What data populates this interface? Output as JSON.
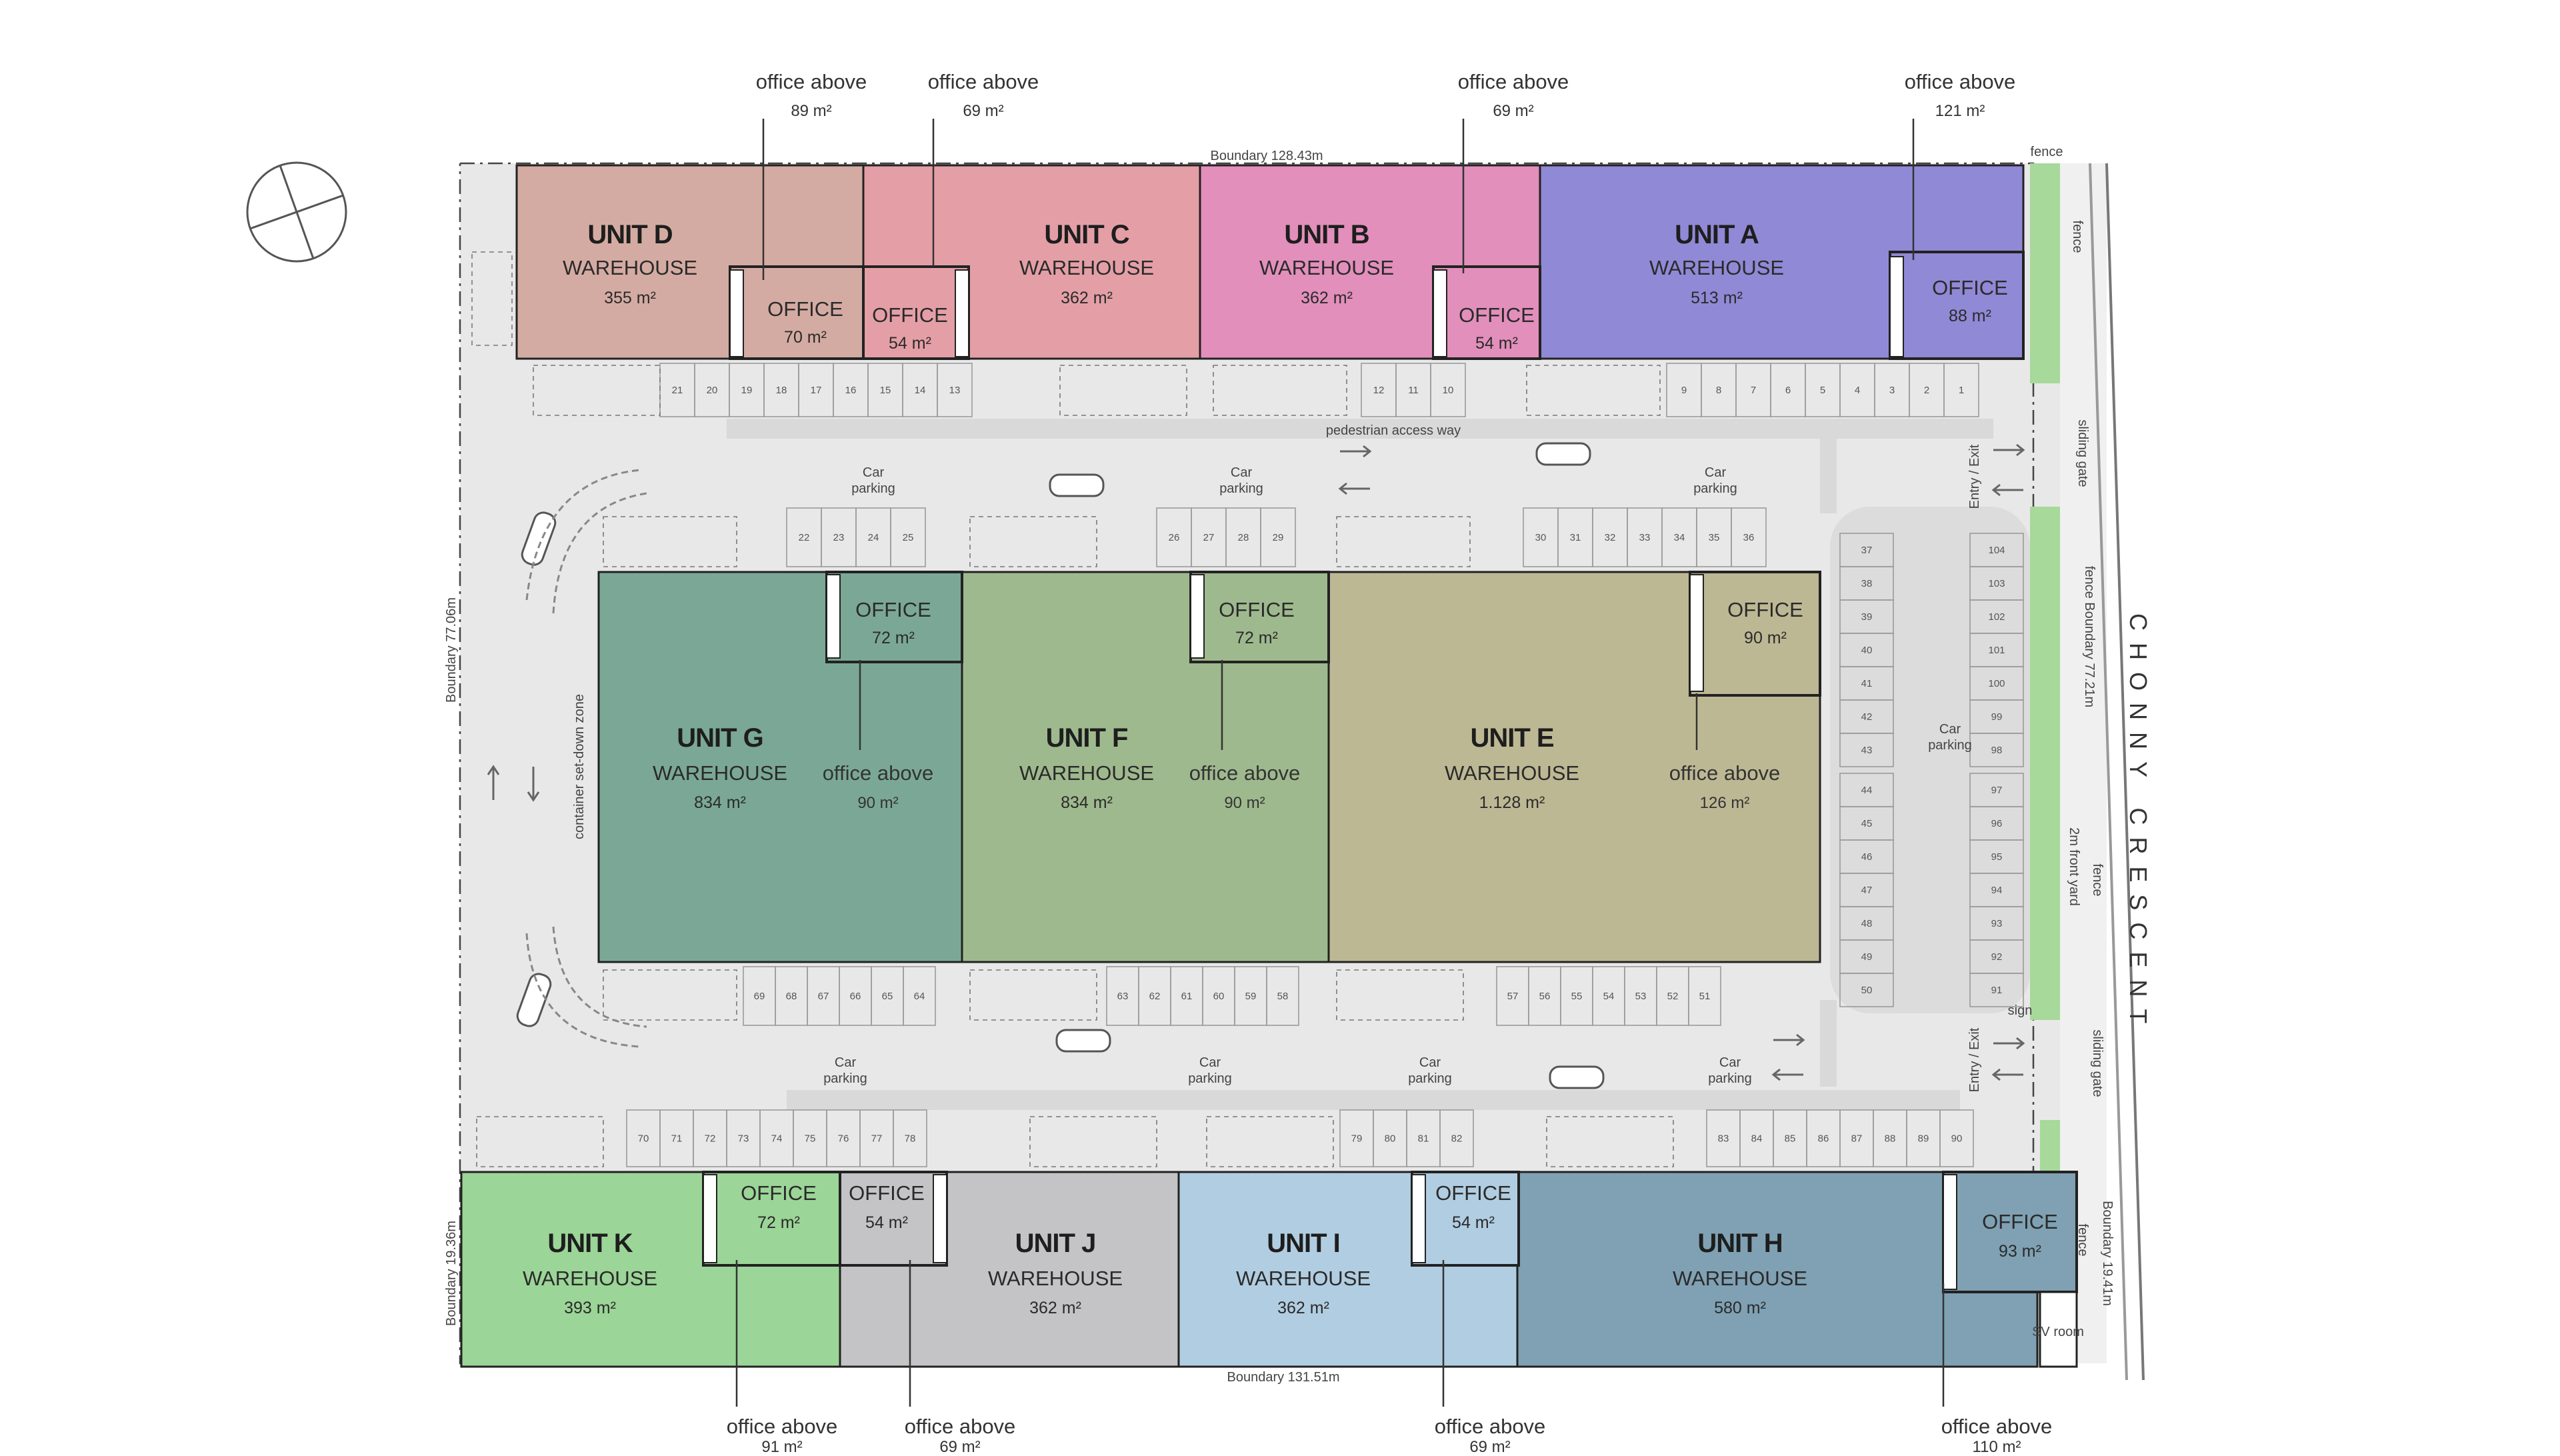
{
  "units": [
    {
      "id": "D",
      "name": "UNIT D",
      "label": "WAREHOUSE",
      "area": "355 m²",
      "color": "#d4aba2"
    },
    {
      "id": "C",
      "name": "UNIT C",
      "label": "WAREHOUSE",
      "area": "362 m²",
      "color": "#e49fa6"
    },
    {
      "id": "B",
      "name": "UNIT B",
      "label": "WAREHOUSE",
      "area": "362 m²",
      "color": "#e28fbb"
    },
    {
      "id": "A",
      "name": "UNIT A",
      "label": "WAREHOUSE",
      "area": "513 m²",
      "color": "#9089d6"
    },
    {
      "id": "G",
      "name": "UNIT G",
      "label": "WAREHOUSE",
      "area": "834 m²",
      "color": "#7ba896"
    },
    {
      "id": "F",
      "name": "UNIT F",
      "label": "WAREHOUSE",
      "area": "834 m²",
      "color": "#9fb98e"
    },
    {
      "id": "E",
      "name": "UNIT E",
      "label": "WAREHOUSE",
      "area": "1.128 m²",
      "color": "#bdb894"
    },
    {
      "id": "K",
      "name": "UNIT K",
      "label": "WAREHOUSE",
      "area": "393 m²",
      "color": "#9bd597"
    },
    {
      "id": "J",
      "name": "UNIT J",
      "label": "WAREHOUSE",
      "area": "362 m²",
      "color": "#c4c3c6"
    },
    {
      "id": "I",
      "name": "UNIT I",
      "label": "WAREHOUSE",
      "area": "362 m²",
      "color": "#b1cde1"
    },
    {
      "id": "H",
      "name": "UNIT H",
      "label": "WAREHOUSE",
      "area": "580 m²",
      "color": "#7fa1b3"
    }
  ],
  "offices": [
    {
      "unit": "D",
      "label": "OFFICE",
      "area": "70 m²"
    },
    {
      "unit": "C",
      "label": "OFFICE",
      "area": "54 m²"
    },
    {
      "unit": "B",
      "label": "OFFICE",
      "area": "54 m²"
    },
    {
      "unit": "A",
      "label": "OFFICE",
      "area": "88 m²"
    },
    {
      "unit": "G",
      "label": "OFFICE",
      "area": "72 m²"
    },
    {
      "unit": "F",
      "label": "OFFICE",
      "area": "72 m²"
    },
    {
      "unit": "E",
      "label": "OFFICE",
      "area": "90 m²"
    },
    {
      "unit": "K",
      "label": "OFFICE",
      "area": "72 m²"
    },
    {
      "unit": "J",
      "label": "OFFICE",
      "area": "54 m²"
    },
    {
      "unit": "I",
      "label": "OFFICE",
      "area": "54 m²"
    },
    {
      "unit": "H",
      "label": "OFFICE",
      "area": "93 m²"
    }
  ],
  "office_above": [
    {
      "unit": "D",
      "label": "office above",
      "area": "89 m²"
    },
    {
      "unit": "C",
      "label": "office above",
      "area": "69 m²"
    },
    {
      "unit": "B",
      "label": "office above",
      "area": "69 m²"
    },
    {
      "unit": "A",
      "label": "office above",
      "area": "121 m²"
    },
    {
      "unit": "G",
      "label": "office above",
      "area": "90 m²"
    },
    {
      "unit": "F",
      "label": "office above",
      "area": "90 m²"
    },
    {
      "unit": "E",
      "label": "office above",
      "area": "126 m²"
    },
    {
      "unit": "K",
      "label": "office above",
      "area": "91 m²"
    },
    {
      "unit": "J",
      "label": "office above",
      "area": "69 m²"
    },
    {
      "unit": "I",
      "label": "office above",
      "area": "69 m²"
    },
    {
      "unit": "H",
      "label": "office above",
      "area": "110 m²"
    }
  ],
  "boundaries": {
    "north": "Boundary 128.43m",
    "south": "Boundary 131.51m",
    "west": "Boundary 77.06m",
    "southwest": "Boundary 19.36m",
    "east": "fence  Boundary 77.21m",
    "southeast": "Boundary 19.41m"
  },
  "site_labels": {
    "car_parking": "Car parking",
    "pedestrian": "pedestrian access way",
    "container_zone": "container set-down zone",
    "entry_exit": "Entry / Exit",
    "sliding_gate": "sliding gate",
    "fence": "fence",
    "front_yard": "2m front yard",
    "sign": "sign",
    "sv_room": "SV room",
    "street": "CHONNY CRESCENT"
  },
  "parking_bays": {
    "top_row": [
      "21",
      "20",
      "19",
      "18",
      "17",
      "16",
      "15",
      "14",
      "13",
      "12",
      "11",
      "10",
      "9",
      "8",
      "7",
      "6",
      "5",
      "4",
      "3",
      "2",
      "1"
    ],
    "upper_middle": [
      "22",
      "23",
      "24",
      "25",
      "26",
      "27",
      "28",
      "29",
      "30",
      "31",
      "32",
      "33",
      "34",
      "35",
      "36"
    ],
    "right_inner": [
      "37",
      "38",
      "39",
      "40",
      "41",
      "42",
      "43",
      "44",
      "45",
      "46",
      "47",
      "48",
      "49",
      "50"
    ],
    "right_outer": [
      "104",
      "103",
      "102",
      "101",
      "100",
      "99",
      "98",
      "97",
      "96",
      "95",
      "94",
      "93",
      "92",
      "91"
    ],
    "lower_middle": [
      "69",
      "68",
      "67",
      "66",
      "65",
      "64",
      "63",
      "62",
      "61",
      "60",
      "59",
      "58",
      "57",
      "56",
      "55",
      "54",
      "53",
      "52",
      "51"
    ],
    "bottom_row": [
      "70",
      "71",
      "72",
      "73",
      "74",
      "75",
      "76",
      "77",
      "78",
      "79",
      "80",
      "81",
      "82",
      "83",
      "84",
      "85",
      "86",
      "87",
      "88",
      "89",
      "90"
    ]
  }
}
